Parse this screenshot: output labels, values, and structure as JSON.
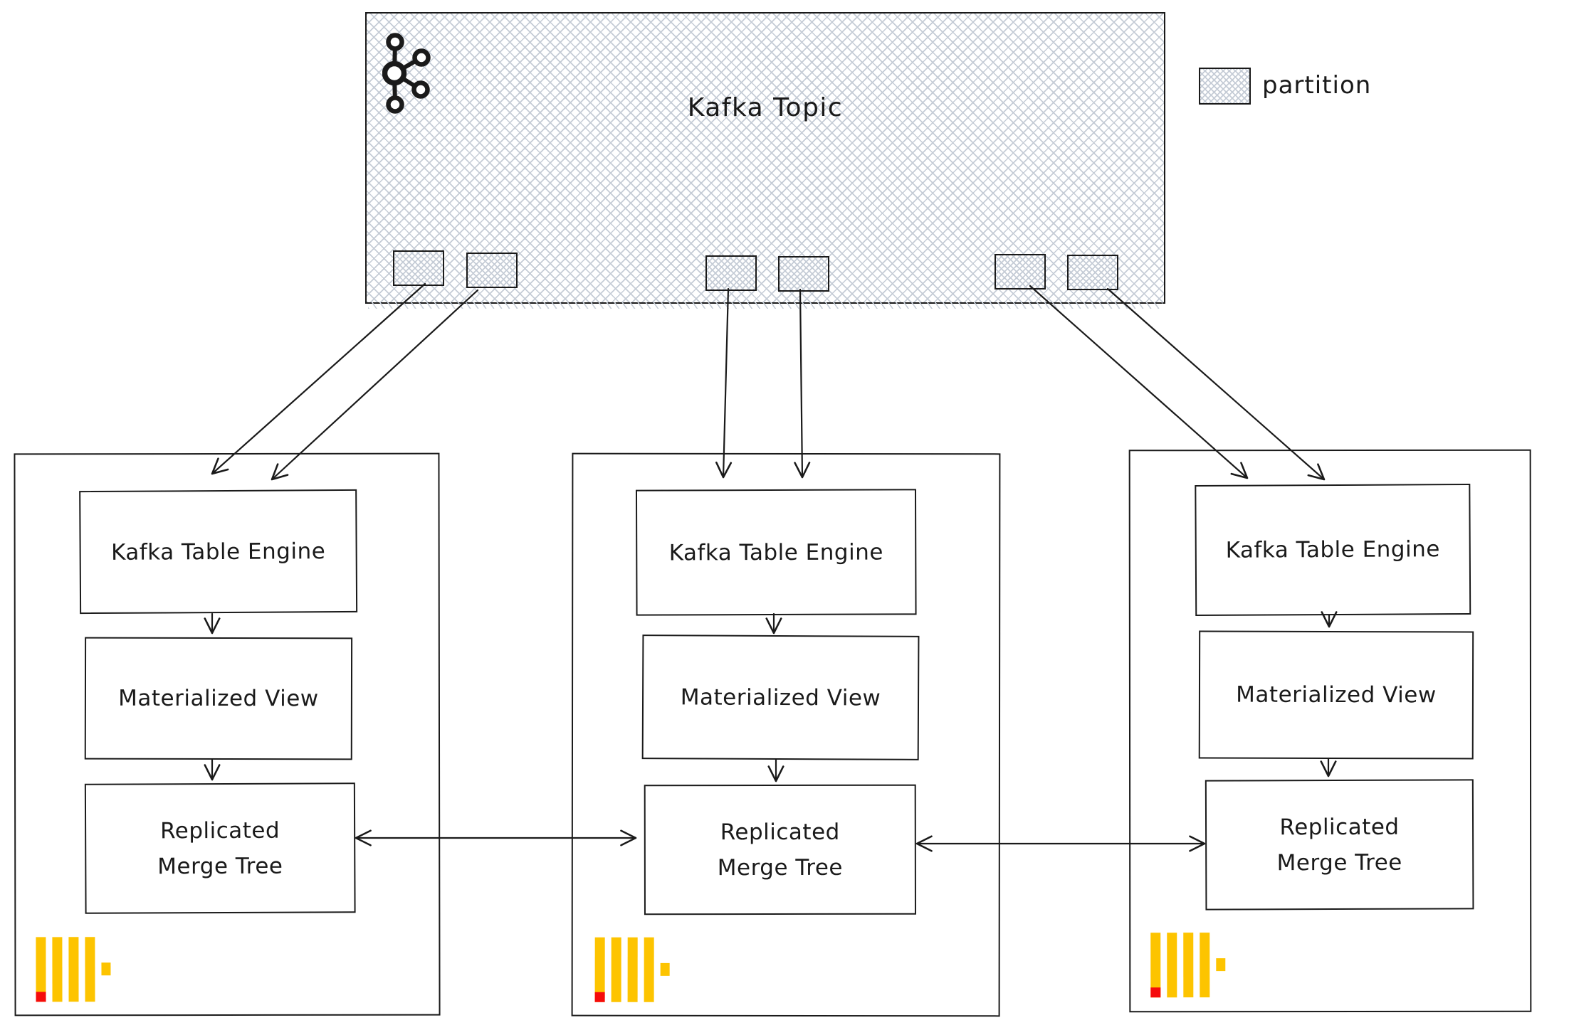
{
  "kafka_topic": {
    "title": "Kafka Topic",
    "partition_count": 6
  },
  "legend": {
    "label": "partition"
  },
  "nodes": [
    {
      "kafka_table_engine": "Kafka Table Engine",
      "materialized_view": "Materialized View",
      "replicated_merge_tree": [
        "Replicated",
        "Merge Tree"
      ]
    },
    {
      "kafka_table_engine": "Kafka Table Engine",
      "materialized_view": "Materialized View",
      "replicated_merge_tree": [
        "Replicated",
        "Merge Tree"
      ]
    },
    {
      "kafka_table_engine": "Kafka Table Engine",
      "materialized_view": "Materialized View",
      "replicated_merge_tree": [
        "Replicated",
        "Merge Tree"
      ]
    }
  ],
  "icons": {
    "topic_logo": "kafka-icon",
    "node_logo": "clickhouse-logo-icon",
    "legend_swatch": "partition-swatch-icon"
  },
  "colors": {
    "ink": "#1a1a1a",
    "hatch": "#c5ccd6",
    "clickhouse_yellow": "#fdc400",
    "clickhouse_red": "#f50b0b"
  }
}
